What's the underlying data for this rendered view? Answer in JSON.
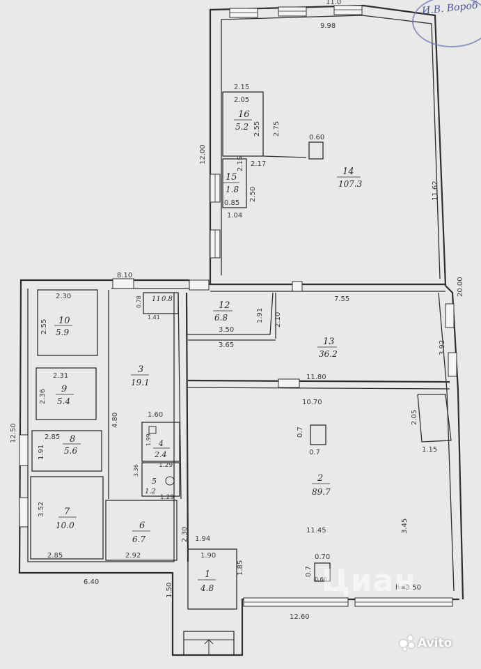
{
  "stamp": {
    "text": "И.В. Вороб"
  },
  "watermarks": {
    "cian": "Циан",
    "avito": "Avito"
  },
  "rooms": [
    {
      "id": "r16",
      "number": "16",
      "area": "5.2"
    },
    {
      "id": "r15",
      "number": "15",
      "area": "1.8"
    },
    {
      "id": "r14",
      "number": "14",
      "area": "107.3"
    },
    {
      "id": "r10",
      "number": "10",
      "area": "5.9"
    },
    {
      "id": "r11",
      "number": "11",
      "area": "0.8"
    },
    {
      "id": "r12",
      "number": "12",
      "area": "6.8"
    },
    {
      "id": "r13",
      "number": "13",
      "area": "36.2"
    },
    {
      "id": "r3",
      "number": "3",
      "area": "19.1"
    },
    {
      "id": "r9",
      "number": "9",
      "area": "5.4"
    },
    {
      "id": "r8",
      "number": "8",
      "area": "5.6"
    },
    {
      "id": "r4",
      "number": "4",
      "area": "2.4"
    },
    {
      "id": "r5",
      "number": "5",
      "area": "1.2"
    },
    {
      "id": "r2",
      "number": "2",
      "area": "89.7"
    },
    {
      "id": "r7",
      "number": "7",
      "area": "10.0"
    },
    {
      "id": "r6",
      "number": "6",
      "area": "6.7"
    },
    {
      "id": "r1",
      "number": "1",
      "area": "4.8"
    }
  ],
  "dimensions": [
    "11.0",
    "9.98",
    "2.15",
    "2.05",
    "2.55",
    "2.75",
    "0.60",
    "12.00",
    "2.15",
    "2.17",
    "2.50",
    "0.85",
    "1.04",
    "11.62",
    "8.10",
    "2.30",
    "0.78",
    "1.41",
    "7.55",
    "20.00",
    "2.55",
    "1.91",
    "2.10",
    "3.50",
    "3.65",
    "3.92",
    "2.31",
    "2.36",
    "4.80",
    "11.80",
    "10.70",
    "1.60",
    "2.05",
    "0.7",
    "0.7",
    "12.50",
    "2.85",
    "1.91",
    "1.99",
    "3.36",
    "1.29",
    "1.29",
    "1.15",
    "3.52",
    "2.30",
    "11.45",
    "3.45",
    "2.85",
    "2.92",
    "1.94",
    "1.90",
    "0.70",
    "0.7",
    "1.85",
    "6.40",
    "1.50",
    "h=3.50",
    "12.60",
    "0.60"
  ],
  "colors": {
    "paper": "#e9e9e7",
    "ink": "#2e2e2e",
    "stamp": "#4b55a0"
  }
}
